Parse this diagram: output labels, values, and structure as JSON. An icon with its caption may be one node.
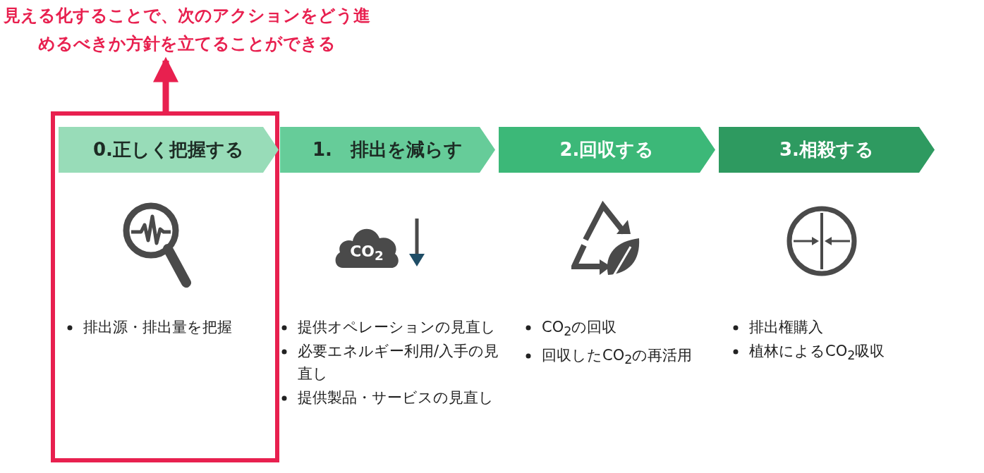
{
  "diagram": {
    "nodes": [
      {
        "text": [
          "見える化することで、次のアクションをどう進めるべきか方針を立てることができる"
        ]
      },
      {
        "text": [],
        "shape": "box"
      },
      {
        "text": [
          "0.正しく把握する"
        ],
        "in": 1
      },
      {
        "text": [
          "1.　排出を減らす"
        ]
      },
      {
        "text": [
          "CO$_{2}$"
        ]
      },
      {
        "text": [
          "2.回収する"
        ]
      },
      {
        "text": [
          "3.相殺する"
        ]
      }
    ],
    "edges": [
      {
        "from": 1,
        "to": 0,
        "arrow": "to",
        "color": "#e8204f"
      }
    ],
    "labels": [
      "排出源・排出量を把握",
      "提供オペレーションの見直し",
      "必要エネルギー利用/入手の見直し",
      "提供製品・サービスの見直し",
      "CO$_{2}$の回収",
      "回収したCO$_{2}$の再活用",
      "排出権購入",
      "植林によるCO$_{2}$吸収"
    ]
  }
}
